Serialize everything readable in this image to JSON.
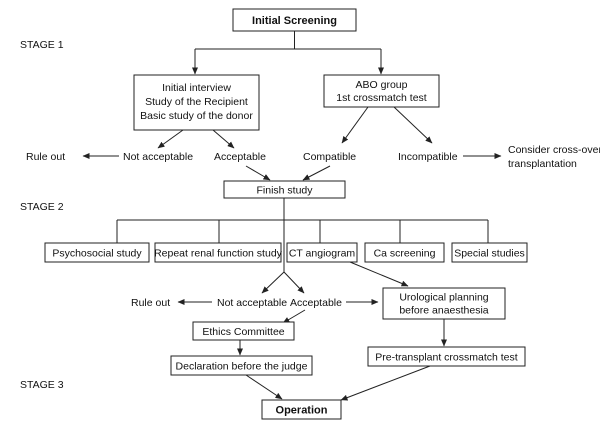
{
  "stages": {
    "stage1": "STAGE 1",
    "stage2": "STAGE 2",
    "stage3": "STAGE 3"
  },
  "boxes": {
    "initial_screening": "Initial Screening",
    "initial_interview": [
      "Initial interview",
      "Study of the Recipient",
      "Basic study of the donor"
    ],
    "abo_group": [
      "ABO group",
      "1st crossmatch test"
    ],
    "finish_study": "Finish study",
    "psychosocial_study": "Psychosocial study",
    "repeat_renal": "Repeat renal function study",
    "ct_angiogram": "CT angiogram",
    "ca_screening": "Ca screening",
    "special_studies": "Special studies",
    "urological_planning": [
      "Urological planning",
      "before anaesthesia"
    ],
    "ethics_committee": "Ethics Committee",
    "declaration": "Declaration before the judge",
    "pretransplant_crossmatch": "Pre-transplant crossmatch test",
    "operation": "Operation"
  },
  "labels": {
    "rule_out_1": "Rule out",
    "not_acceptable_1": "Not acceptable",
    "acceptable_1": "Acceptable",
    "compatible": "Compatible",
    "incompatible": "Incompatible",
    "cross_over": [
      "Consider cross-over",
      "transplantation"
    ],
    "rule_out_2": "Rule out",
    "not_acceptable_2": "Not acceptable",
    "acceptable_2": "Acceptable"
  }
}
